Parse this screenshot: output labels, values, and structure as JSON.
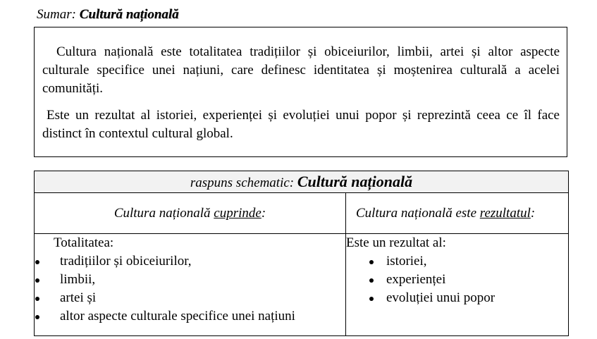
{
  "heading": {
    "label": "Sumar:",
    "topic": "Cultură națională"
  },
  "summary": {
    "paragraphs": [
      "Cultura națională este totalitatea tradițiilor și obiceiurilor, limbii, artei și altor aspecte culturale specifice unei națiuni, care definesc identitatea și moștenirea culturală a acelei comunități.",
      "Este un rezultat al istoriei, experienței și evoluției unui popor și reprezintă ceea ce îl face distinct în contextul cultural global."
    ]
  },
  "scheme": {
    "title_label": "raspuns schematic:",
    "title_topic": "Cultură națională",
    "left_header": {
      "prefix": "Cultura națională",
      "keyword": "cuprinde",
      "suffix": ":"
    },
    "right_header": {
      "prefix": "Cultura națională este",
      "keyword": "rezultatul",
      "suffix": ":"
    },
    "left_intro": "Totalitatea:",
    "left_items": [
      "tradițiilor și obiceiurilor,",
      "limbii,",
      "artei și",
      "altor aspecte culturale specifice unei națiuni"
    ],
    "right_intro": "Este un rezultat al:",
    "right_items": [
      "istoriei,",
      "experienței",
      "evoluției unui popor"
    ]
  }
}
